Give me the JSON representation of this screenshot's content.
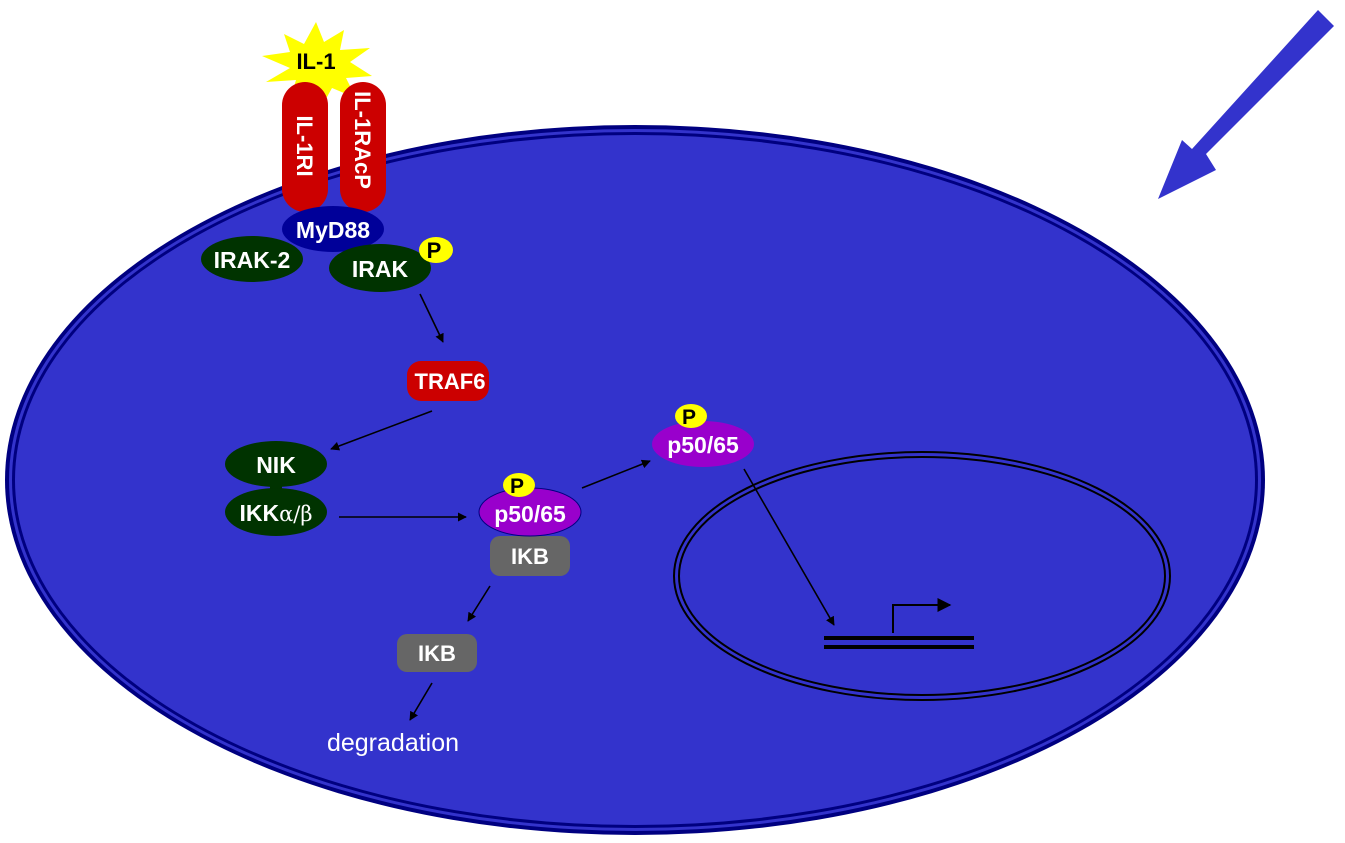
{
  "diagram": {
    "title": "IL-1 signaling pathway to NF-kB activation",
    "colors": {
      "cytoplasm": "#3333cc",
      "membrane": "#000080",
      "receptor": "#cc0000",
      "myd88": "#000099",
      "kinase": "#003300",
      "traf": "#cc0000",
      "nfkb": "#9900cc",
      "ikb": "#666666",
      "phosphate": "#ffff00",
      "ligand": "#ffff00",
      "external_arrow": "#3333cc"
    },
    "ligand": {
      "label": "IL-1"
    },
    "receptors": [
      {
        "label": "IL-1RI"
      },
      {
        "label": "IL-1RAcP"
      }
    ],
    "nodes": {
      "myd88": "MyD88",
      "irak2": "IRAK-2",
      "irak": "IRAK",
      "traf6": "TRAF6",
      "nik": "NIK",
      "ikk_prefix": "IKK",
      "ikk_suffix": "α/β",
      "p5065_cyto": "p50/65",
      "ikb_bound": "IKB",
      "p5065_active": "p50/65",
      "ikb_free": "IKB",
      "phospho": "P"
    },
    "degradation_label": "degradation",
    "edges": [
      {
        "from": "IRAK",
        "to": "TRAF6"
      },
      {
        "from": "TRAF6",
        "to": "NIK"
      },
      {
        "from": "IKKα/β",
        "to": "p50/65-IKB"
      },
      {
        "from": "p50/65-IKB",
        "to": "p50/65 (P)"
      },
      {
        "from": "p50/65 (P)",
        "to": "DNA"
      },
      {
        "from": "IKB (bound)",
        "to": "IKB (free)"
      },
      {
        "from": "IKB (free)",
        "to": "degradation"
      }
    ]
  }
}
